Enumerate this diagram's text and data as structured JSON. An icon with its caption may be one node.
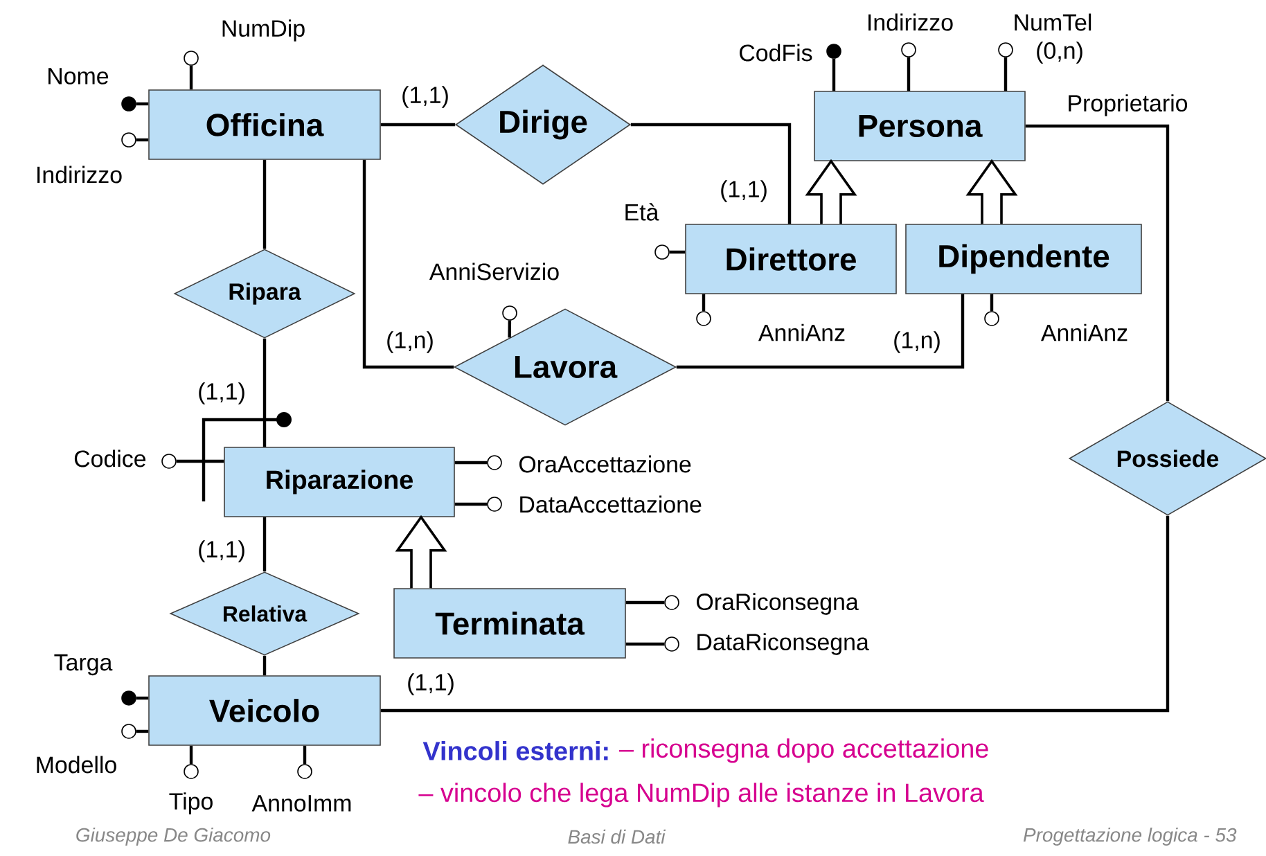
{
  "diagram": {
    "nodes": [
      {
        "text": [
          "Officina"
        ]
      },
      {
        "text": [
          "Dirige"
        ]
      },
      {
        "text": [
          "Persona"
        ]
      },
      {
        "text": [
          "Direttore"
        ]
      },
      {
        "text": [
          "Dipendente"
        ]
      },
      {
        "text": [
          "Ripara"
        ]
      },
      {
        "text": [
          "Lavora"
        ]
      },
      {
        "text": [
          "Riparazione"
        ]
      },
      {
        "text": [
          "Possiede"
        ]
      },
      {
        "text": [
          "Relativa"
        ]
      },
      {
        "text": [
          "Terminata"
        ]
      },
      {
        "text": [
          "Veicolo"
        ]
      },
      {
        "text": [],
        "shape": "dot",
        "beside": [
          "Nome"
        ]
      },
      {
        "text": [],
        "shape": "circle",
        "beside": [
          "Indirizzo"
        ]
      },
      {
        "text": [],
        "shape": "circle",
        "beside": [
          "NumDip"
        ]
      },
      {
        "text": [],
        "shape": "dot",
        "beside": [
          "CodFis"
        ]
      },
      {
        "text": [],
        "shape": "circle",
        "beside": [
          "Indirizzo"
        ]
      },
      {
        "text": [],
        "shape": "circle",
        "beside": [
          "NumTel"
        ]
      },
      {
        "text": [],
        "shape": "circle",
        "beside": [
          "Età"
        ]
      },
      {
        "text": [],
        "shape": "circle",
        "beside": [
          "AnniAnz"
        ]
      },
      {
        "text": [],
        "shape": "circle",
        "beside": [
          "AnniAnz"
        ]
      },
      {
        "text": [],
        "shape": "circle",
        "beside": [
          "AnniServizio"
        ]
      },
      {
        "text": [],
        "shape": "circle",
        "beside": [
          "Codice"
        ]
      },
      {
        "text": [],
        "shape": "circle",
        "beside": [
          "OraAccettazione"
        ]
      },
      {
        "text": [],
        "shape": "circle",
        "beside": [
          "DataAccettazione"
        ]
      },
      {
        "text": [],
        "shape": "circle",
        "beside": [
          "OraRiconsegna"
        ]
      },
      {
        "text": [],
        "shape": "circle",
        "beside": [
          "DataRiconsegna"
        ]
      },
      {
        "text": [],
        "shape": "dot",
        "beside": [
          "Targa"
        ]
      },
      {
        "text": [],
        "shape": "circle",
        "beside": [
          "Modello"
        ]
      },
      {
        "text": [],
        "shape": "circle",
        "beside": [
          "Tipo"
        ]
      },
      {
        "text": [],
        "shape": "circle",
        "beside": [
          "AnnoImm"
        ]
      }
    ],
    "edges": [
      {
        "from": 0,
        "to": 1,
        "arrow": "none",
        "label": "(1,1)"
      },
      {
        "from": 1,
        "to": 3,
        "arrow": "none",
        "label": "(1,1)"
      },
      {
        "from": 3,
        "to": 2,
        "arrow": "to"
      },
      {
        "from": 4,
        "to": 2,
        "arrow": "to"
      },
      {
        "from": 0,
        "to": 5,
        "arrow": "none"
      },
      {
        "from": 0,
        "to": 6,
        "arrow": "none",
        "label": "(1,n)"
      },
      {
        "from": 6,
        "to": 4,
        "arrow": "none",
        "label": "(1,n)"
      },
      {
        "from": 2,
        "to": 8,
        "arrow": "none",
        "label": "Proprietario"
      },
      {
        "from": 5,
        "to": 7,
        "arrow": "none",
        "label": "(1,1)"
      },
      {
        "from": 7,
        "to": 9,
        "arrow": "none",
        "label": "(1,1)"
      },
      {
        "from": 10,
        "to": 7,
        "arrow": "to"
      },
      {
        "from": 9,
        "to": 11,
        "arrow": "none"
      },
      {
        "from": 11,
        "to": 8,
        "arrow": "none",
        "label": "(1,1)"
      },
      {
        "from": 0,
        "to": 12,
        "arrow": "none"
      },
      {
        "from": 0,
        "to": 13,
        "arrow": "none"
      },
      {
        "from": 0,
        "to": 14,
        "arrow": "none"
      },
      {
        "from": 2,
        "to": 15,
        "arrow": "none"
      },
      {
        "from": 2,
        "to": 16,
        "arrow": "none"
      },
      {
        "from": 2,
        "to": 17,
        "arrow": "none",
        "label": "(0,n)"
      },
      {
        "from": 3,
        "to": 18,
        "arrow": "none"
      },
      {
        "from": 3,
        "to": 19,
        "arrow": "none"
      },
      {
        "from": 4,
        "to": 20,
        "arrow": "none"
      },
      {
        "from": 6,
        "to": 21,
        "arrow": "none"
      },
      {
        "from": 7,
        "to": 22,
        "arrow": "none"
      },
      {
        "from": 7,
        "to": 23,
        "arrow": "none"
      },
      {
        "from": 7,
        "to": 24,
        "arrow": "none"
      },
      {
        "from": 10,
        "to": 25,
        "arrow": "none"
      },
      {
        "from": 10,
        "to": 26,
        "arrow": "none"
      },
      {
        "from": 11,
        "to": 27,
        "arrow": "none"
      },
      {
        "from": 11,
        "to": 28,
        "arrow": "none"
      },
      {
        "from": 11,
        "to": 29,
        "arrow": "none"
      },
      {
        "from": 11,
        "to": 30,
        "arrow": "none"
      }
    ],
    "labels": [
      "Vincoli esterni:",
      "– riconsegna dopo accettazione",
      "– vincolo che lega NumDip alle istanze in Lavora",
      "Giuseppe De Giacomo",
      "Basi di Dati",
      "Progettazione logica - 53"
    ]
  }
}
